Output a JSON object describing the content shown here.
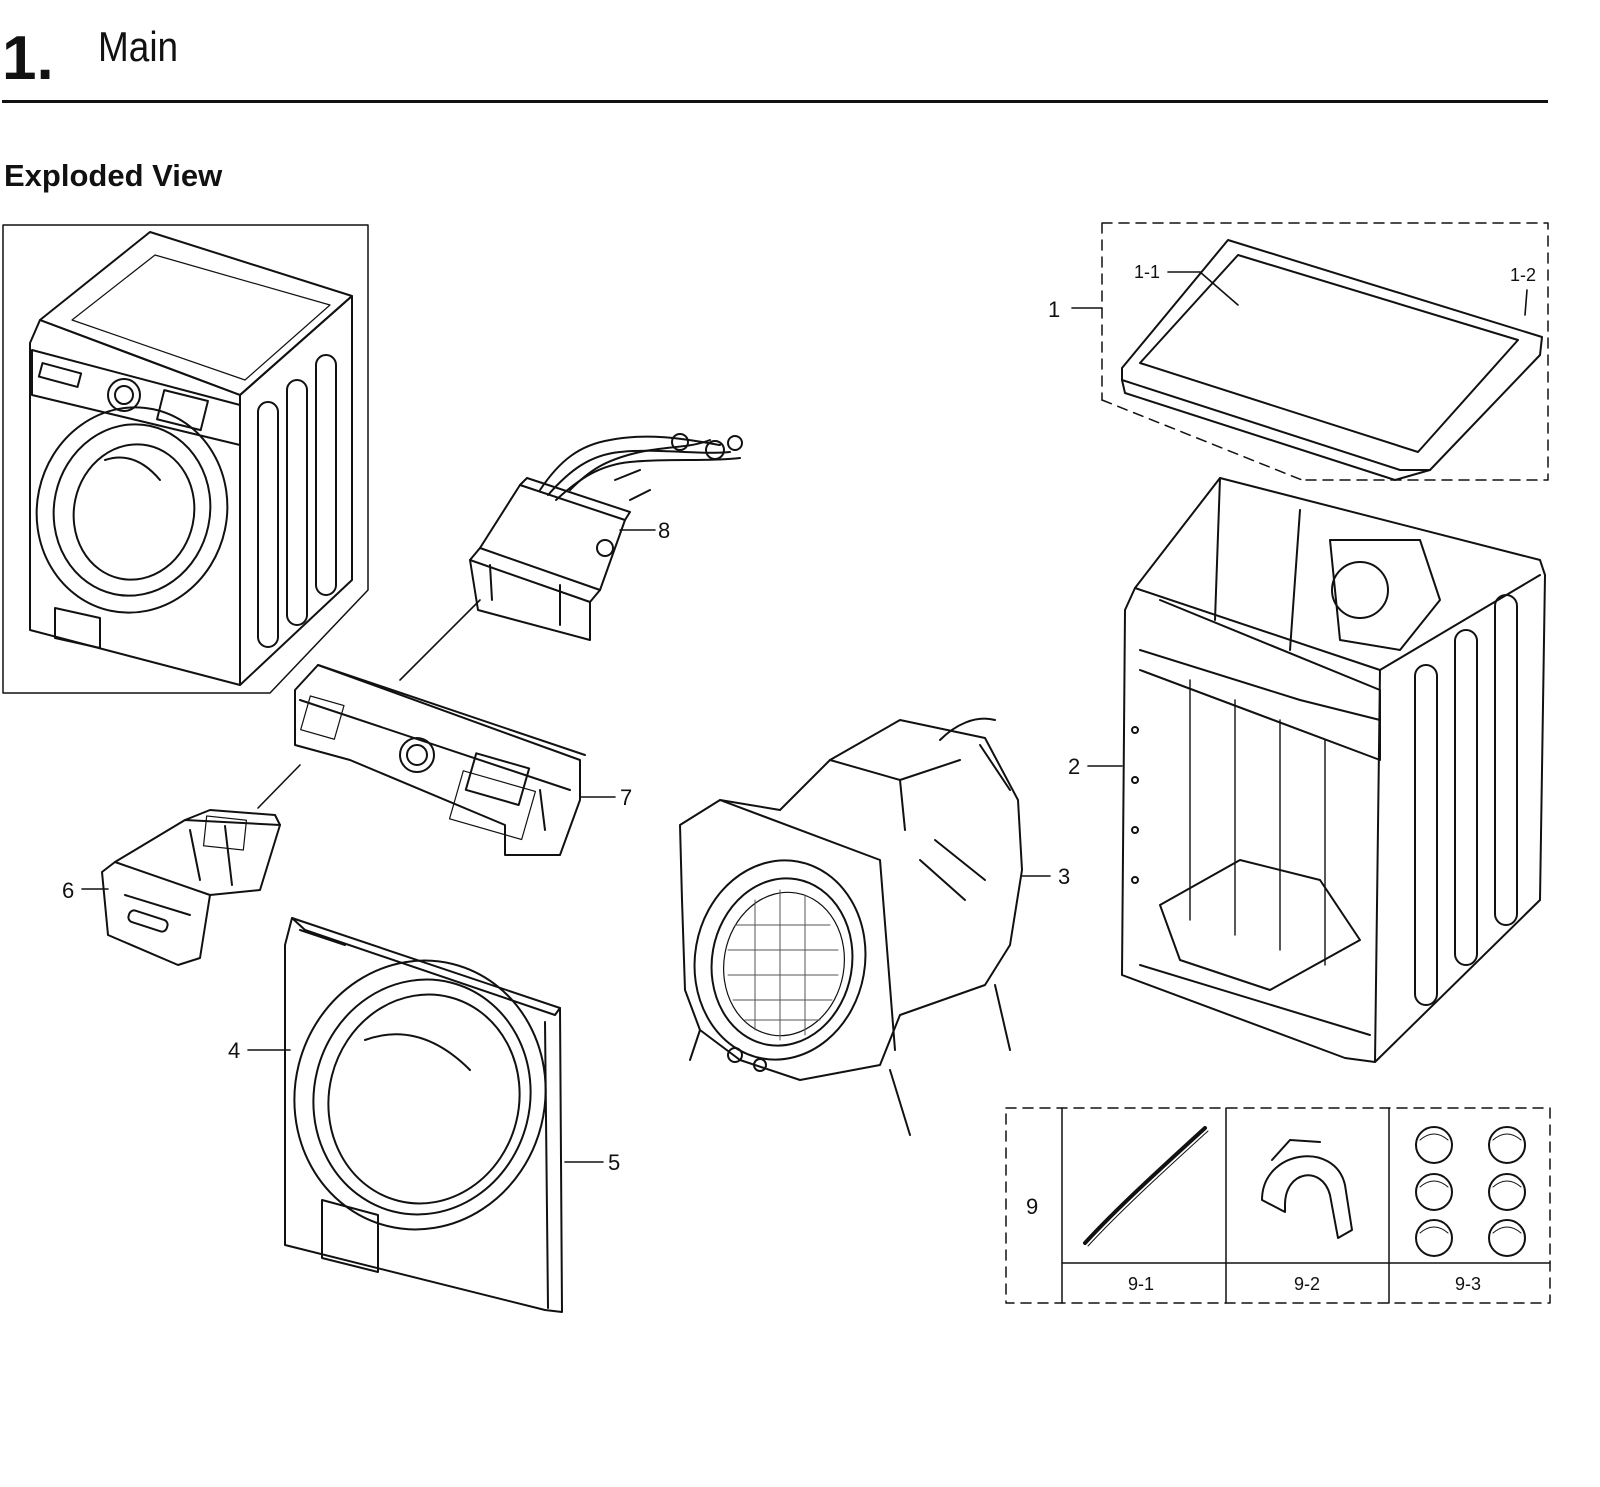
{
  "header": {
    "number": "1.",
    "title": "Main"
  },
  "section": {
    "title": "Exploded View"
  },
  "callouts": {
    "c1": "1",
    "c1_1": "1-1",
    "c1_2": "1-2",
    "c2": "2",
    "c3": "3",
    "c4": "4",
    "c5": "5",
    "c6": "6",
    "c7": "7",
    "c8": "8",
    "c9": "9",
    "c9_1": "9-1",
    "c9_2": "9-2",
    "c9_3": "9-3"
  }
}
